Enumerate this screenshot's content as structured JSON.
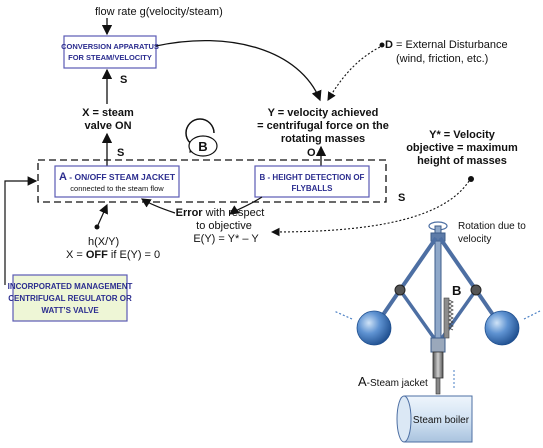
{
  "top_label": "flow rate g(velocity/steam)",
  "conversion_box": {
    "line1": "CONVERSION APPARATUS",
    "line2": "FOR STEAM/VELOCITY"
  },
  "disturbance": {
    "line1_bold": "D",
    "line1_rest": " = External Disturbance",
    "line2": "(wind, friction, etc.)"
  },
  "s_labels": [
    "S",
    "S",
    "S"
  ],
  "o_label": "O",
  "b_loop_label": "B",
  "x_label": {
    "line1": "X = steam",
    "line2": "valve ON"
  },
  "y_label": {
    "line1": "Y = velocity achieved",
    "line2": "= centrifugal force on the",
    "line3": "rotating masses"
  },
  "y_star_label": {
    "line1": "Y* = Velocity",
    "line2": "objective = maximum",
    "line3": "height of masses"
  },
  "box_a": {
    "line1_prefix": "A",
    "line1_rest": " - ON/OFF STEAM JACKET",
    "line2": "connected to the steam flow"
  },
  "box_b": {
    "line1": "B - HEIGHT DETECTION OF",
    "line2": "FLYBALLS"
  },
  "error_label": {
    "line1_bold": "Error",
    "line1_rest": " with respect",
    "line2": "to objective",
    "line3": "E(Y) = Y* – Y"
  },
  "h_label": {
    "line1": "h(X/Y)",
    "line2_pre": "X = ",
    "line2_bold": "OFF",
    "line2_post": " if E(Y) = 0"
  },
  "management_box": {
    "line1": "INCORPORATED MANAGEMENT",
    "line2": "CENTRIFUGAL REGULATOR OR",
    "line3": "WATT’S VALVE"
  },
  "rotation_label": {
    "line1": "Rotation due to",
    "line2": "velocity"
  },
  "governor_b_label": "B",
  "steam_jacket_label": {
    "prefix": "A",
    "rest": "-Steam jacket"
  },
  "boiler_label": "Steam boiler",
  "colors": {
    "box_text": "#2b2d8f",
    "box_border": "#5b5bb5",
    "management_bg": "#eef6d6",
    "ball": "#4a7fc4",
    "frame": "#4d6fa3"
  }
}
